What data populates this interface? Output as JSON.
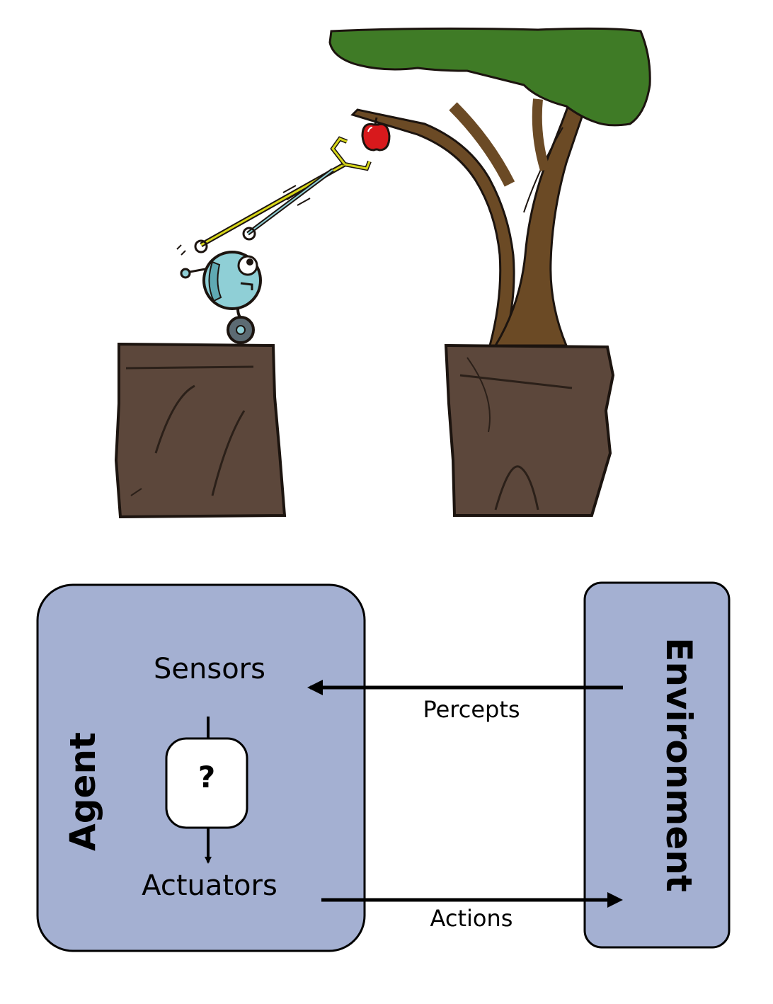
{
  "diagram": {
    "agent_label": "Agent",
    "environment_label": "Environment",
    "sensors_label": "Sensors",
    "actuators_label": "Actuators",
    "unknown_box_label": "?",
    "percepts_label": "Percepts",
    "actions_label": "Actions"
  },
  "colors": {
    "box_fill": "#a4b0d2",
    "tree_canopy": "#3f7b26",
    "trunk": "#6b4a25",
    "cliff": "#5c473b",
    "apple": "#d8191c",
    "robot_body": "#8fcfd6",
    "robot_arm": "#d6d619"
  },
  "illustration": {
    "subject": "robot-reaching-apple",
    "icons": [
      "robot-icon",
      "apple-icon",
      "tree-icon",
      "cliff-icon"
    ]
  }
}
